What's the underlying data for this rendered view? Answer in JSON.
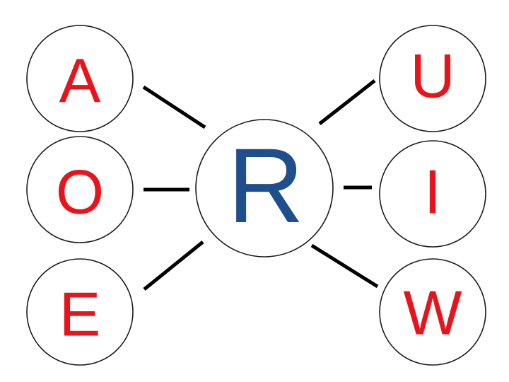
{
  "diagram": {
    "center": {
      "label": "R",
      "color": "#1f4e8c"
    },
    "outer_color": "#e8141c",
    "left_nodes": [
      {
        "label": "A"
      },
      {
        "label": "O"
      },
      {
        "label": "E"
      }
    ],
    "right_nodes": [
      {
        "label": "U"
      },
      {
        "label": "I"
      },
      {
        "label": "W"
      }
    ]
  }
}
